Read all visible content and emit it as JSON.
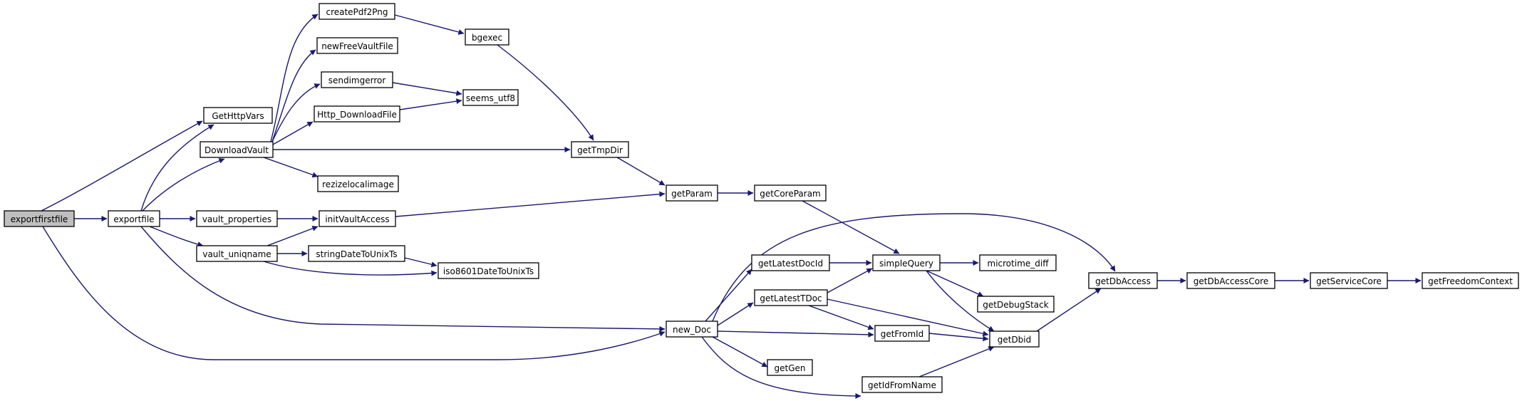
{
  "graph": {
    "root": "exportfirstfile",
    "colors": {
      "edge": "#191970",
      "node_fill": "#ffffff",
      "root_fill": "#bfbfbf",
      "node_border": "#000000"
    },
    "nodes": [
      {
        "id": "exportfirstfile",
        "label": "exportfirstfile"
      },
      {
        "id": "exportfile",
        "label": "exportfile"
      },
      {
        "id": "GetHttpVars",
        "label": "GetHttpVars"
      },
      {
        "id": "DownloadVault",
        "label": "DownloadVault"
      },
      {
        "id": "createPdf2Png",
        "label": "createPdf2Png"
      },
      {
        "id": "newFreeVaultFile",
        "label": "newFreeVaultFile"
      },
      {
        "id": "sendimgerror",
        "label": "sendimgerror"
      },
      {
        "id": "Http_DownloadFile",
        "label": "Http_DownloadFile"
      },
      {
        "id": "rezizelocalimage",
        "label": "rezizelocalimage"
      },
      {
        "id": "bgexec",
        "label": "bgexec"
      },
      {
        "id": "seems_utf8",
        "label": "seems_utf8"
      },
      {
        "id": "getTmpDir",
        "label": "getTmpDir"
      },
      {
        "id": "getParam",
        "label": "getParam"
      },
      {
        "id": "getCoreParam",
        "label": "getCoreParam"
      },
      {
        "id": "vault_properties",
        "label": "vault_properties"
      },
      {
        "id": "vault_uniqname",
        "label": "vault_uniqname"
      },
      {
        "id": "initVaultAccess",
        "label": "initVaultAccess"
      },
      {
        "id": "stringDateToUnixTs",
        "label": "stringDateToUnixTs"
      },
      {
        "id": "iso8601DateToUnixTs",
        "label": "iso8601DateToUnixTs"
      },
      {
        "id": "new_Doc",
        "label": "new_Doc"
      },
      {
        "id": "getLatestDocId",
        "label": "getLatestDocId"
      },
      {
        "id": "getLatestTDoc",
        "label": "getLatestTDoc"
      },
      {
        "id": "getGen",
        "label": "getGen"
      },
      {
        "id": "getFromId",
        "label": "getFromId"
      },
      {
        "id": "getIdFromName",
        "label": "getIdFromName"
      },
      {
        "id": "simpleQuery",
        "label": "simpleQuery"
      },
      {
        "id": "microtime_diff",
        "label": "microtime_diff"
      },
      {
        "id": "getDebugStack",
        "label": "getDebugStack"
      },
      {
        "id": "getDbid",
        "label": "getDbid"
      },
      {
        "id": "getDbAccess",
        "label": "getDbAccess"
      },
      {
        "id": "getDbAccessCore",
        "label": "getDbAccessCore"
      },
      {
        "id": "getServiceCore",
        "label": "getServiceCore"
      },
      {
        "id": "getFreedomContext",
        "label": "getFreedomContext"
      }
    ],
    "edges": [
      {
        "from": "exportfirstfile",
        "to": "exportfile"
      },
      {
        "from": "exportfirstfile",
        "to": "GetHttpVars"
      },
      {
        "from": "exportfirstfile",
        "to": "new_Doc"
      },
      {
        "from": "exportfile",
        "to": "GetHttpVars"
      },
      {
        "from": "exportfile",
        "to": "DownloadVault"
      },
      {
        "from": "exportfile",
        "to": "vault_properties"
      },
      {
        "from": "exportfile",
        "to": "vault_uniqname"
      },
      {
        "from": "exportfile",
        "to": "new_Doc"
      },
      {
        "from": "DownloadVault",
        "to": "createPdf2Png"
      },
      {
        "from": "DownloadVault",
        "to": "newFreeVaultFile"
      },
      {
        "from": "DownloadVault",
        "to": "sendimgerror"
      },
      {
        "from": "DownloadVault",
        "to": "Http_DownloadFile"
      },
      {
        "from": "DownloadVault",
        "to": "getTmpDir"
      },
      {
        "from": "DownloadVault",
        "to": "rezizelocalimage"
      },
      {
        "from": "createPdf2Png",
        "to": "bgexec"
      },
      {
        "from": "sendimgerror",
        "to": "seems_utf8"
      },
      {
        "from": "Http_DownloadFile",
        "to": "seems_utf8"
      },
      {
        "from": "bgexec",
        "to": "getTmpDir"
      },
      {
        "from": "getTmpDir",
        "to": "getParam"
      },
      {
        "from": "getParam",
        "to": "getCoreParam"
      },
      {
        "from": "getCoreParam",
        "to": "simpleQuery"
      },
      {
        "from": "vault_properties",
        "to": "initVaultAccess"
      },
      {
        "from": "vault_uniqname",
        "to": "initVaultAccess"
      },
      {
        "from": "vault_uniqname",
        "to": "stringDateToUnixTs"
      },
      {
        "from": "vault_uniqname",
        "to": "iso8601DateToUnixTs"
      },
      {
        "from": "stringDateToUnixTs",
        "to": "iso8601DateToUnixTs"
      },
      {
        "from": "initVaultAccess",
        "to": "getParam"
      },
      {
        "from": "new_Doc",
        "to": "getDbAccess"
      },
      {
        "from": "new_Doc",
        "to": "getLatestDocId"
      },
      {
        "from": "new_Doc",
        "to": "getLatestTDoc"
      },
      {
        "from": "new_Doc",
        "to": "getFromId"
      },
      {
        "from": "new_Doc",
        "to": "getGen"
      },
      {
        "from": "new_Doc",
        "to": "getIdFromName"
      },
      {
        "from": "getLatestDocId",
        "to": "simpleQuery"
      },
      {
        "from": "getLatestTDoc",
        "to": "simpleQuery"
      },
      {
        "from": "getLatestTDoc",
        "to": "getFromId"
      },
      {
        "from": "getLatestTDoc",
        "to": "getDbid"
      },
      {
        "from": "getFromId",
        "to": "getDbid"
      },
      {
        "from": "getIdFromName",
        "to": "getDbid"
      },
      {
        "from": "simpleQuery",
        "to": "microtime_diff"
      },
      {
        "from": "simpleQuery",
        "to": "getDebugStack"
      },
      {
        "from": "simpleQuery",
        "to": "getDbid"
      },
      {
        "from": "getDbid",
        "to": "getDbAccess"
      },
      {
        "from": "getDbAccess",
        "to": "getDbAccessCore"
      },
      {
        "from": "getDbAccessCore",
        "to": "getServiceCore"
      },
      {
        "from": "getServiceCore",
        "to": "getFreedomContext"
      }
    ]
  }
}
